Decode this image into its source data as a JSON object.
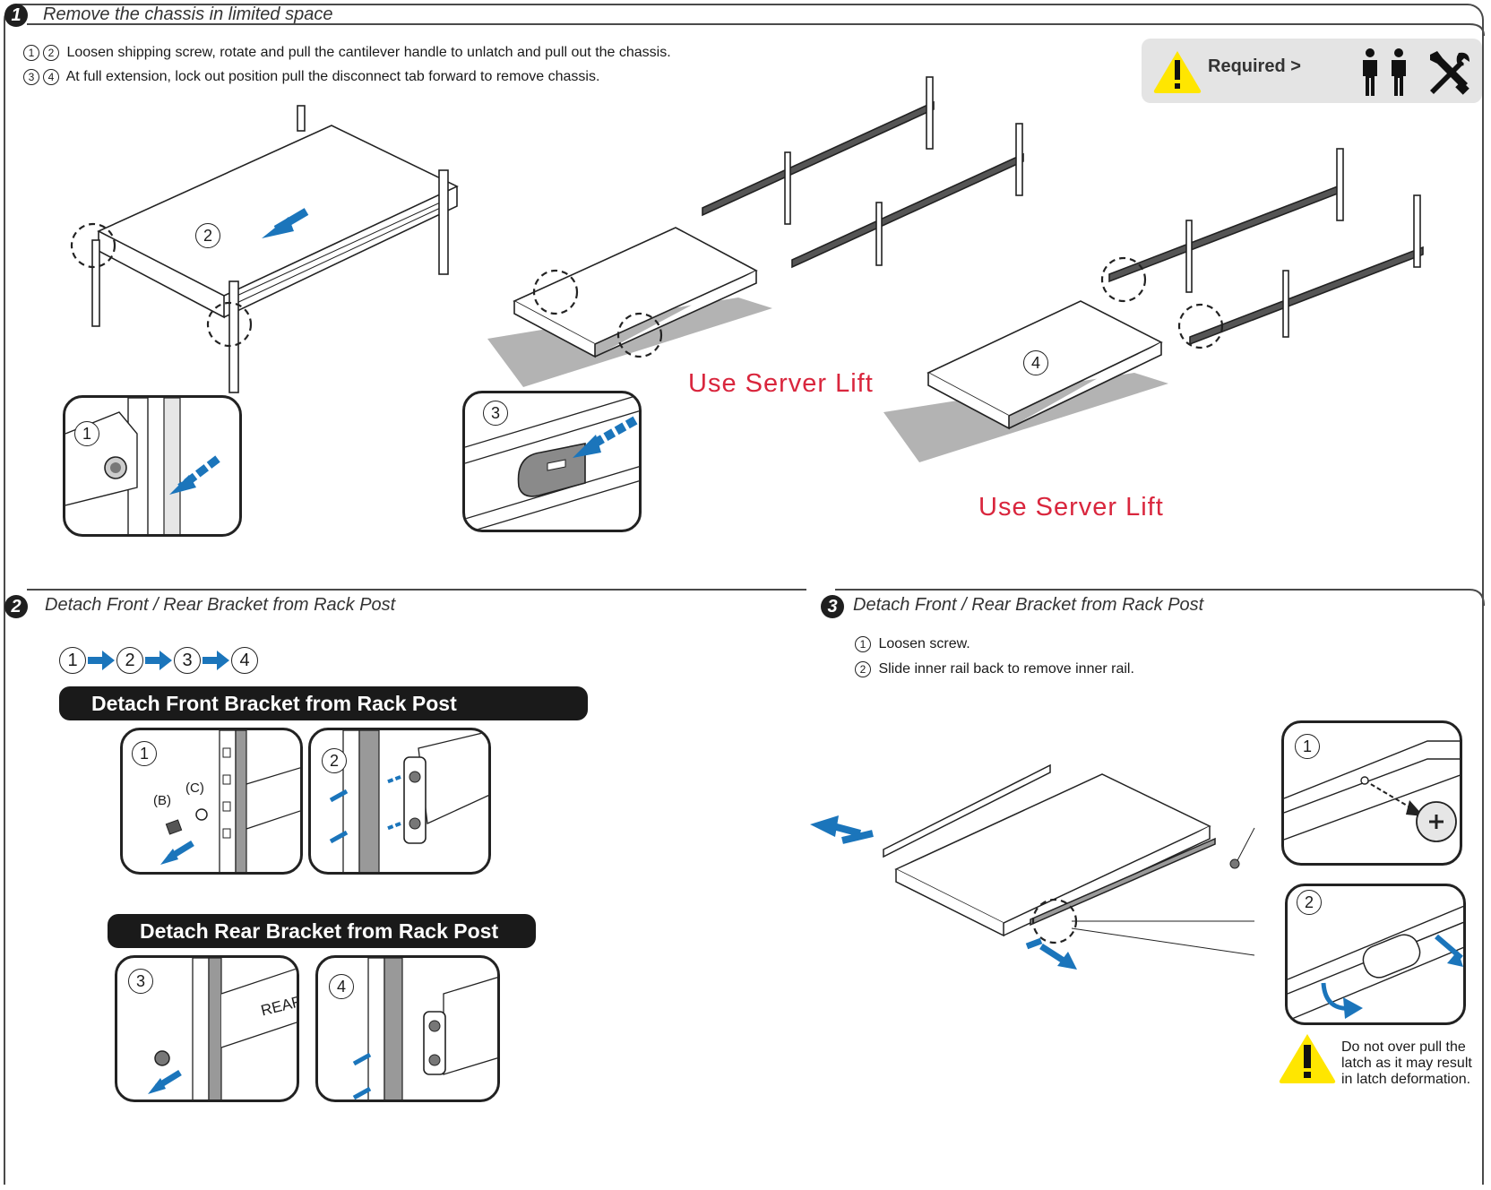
{
  "section1": {
    "number": "1",
    "title": "Remove the chassis in limited space",
    "instructions": [
      {
        "steps": [
          "1",
          "2"
        ],
        "text": "Loosen shipping screw, rotate and pull the cantilever handle to unlatch and pull out the chassis."
      },
      {
        "steps": [
          "3",
          "4"
        ],
        "text": "At full extension, lock out position pull the disconnect tab forward to remove chassis."
      }
    ],
    "required_label": "Required >",
    "lift_label_1": "Use Server Lift",
    "lift_label_2": "Use Server Lift",
    "callouts": [
      "1",
      "2",
      "3",
      "4"
    ]
  },
  "section2": {
    "number": "2",
    "title": "Detach Front / Rear Bracket from Rack Post",
    "sequence": [
      "1",
      "2",
      "3",
      "4"
    ],
    "front_banner": "Detach Front Bracket from Rack Post",
    "rear_banner": "Detach Rear Bracket from Rack Post",
    "label_b": "(B)",
    "label_c": "(C)",
    "rear_stamp": "REAR",
    "steps": [
      "1",
      "2",
      "3",
      "4"
    ]
  },
  "section3": {
    "number": "3",
    "title": "Detach Front / Rear Bracket from Rack Post",
    "instructions": [
      {
        "step": "1",
        "text": "Loosen screw."
      },
      {
        "step": "2",
        "text": "Slide inner rail back to remove inner rail."
      }
    ],
    "steps": [
      "1",
      "2"
    ],
    "warning": "Do not over pull the latch as it may result in latch deformation."
  },
  "icons": {
    "warning": "warning-triangle-icon",
    "person": "person-icon",
    "tools": "tools-icon",
    "arrow": "blue-arrow-icon"
  },
  "colors": {
    "lift_red": "#d9263d",
    "arrow_blue": "#1b75bb",
    "warning_yellow": "#ffe600",
    "tray_gray": "#b3b3b3"
  }
}
